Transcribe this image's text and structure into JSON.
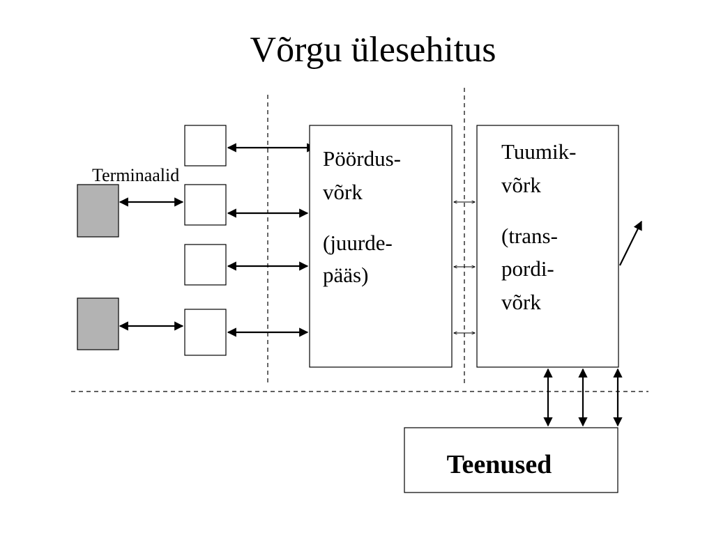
{
  "slide": {
    "title": "Võrgu ülesehitus"
  },
  "labels": {
    "terminals": "Terminaalid",
    "access_network": [
      "Pöördus-",
      "võrk",
      "(juurde-",
      "pääs)"
    ],
    "core_network": [
      "Tuumik-",
      "võrk",
      "(trans-",
      "pordi-",
      "võrk"
    ],
    "services": "Teenused"
  },
  "colors": {
    "terminal_fill": "#b3b3b3",
    "stroke": "#000000"
  }
}
